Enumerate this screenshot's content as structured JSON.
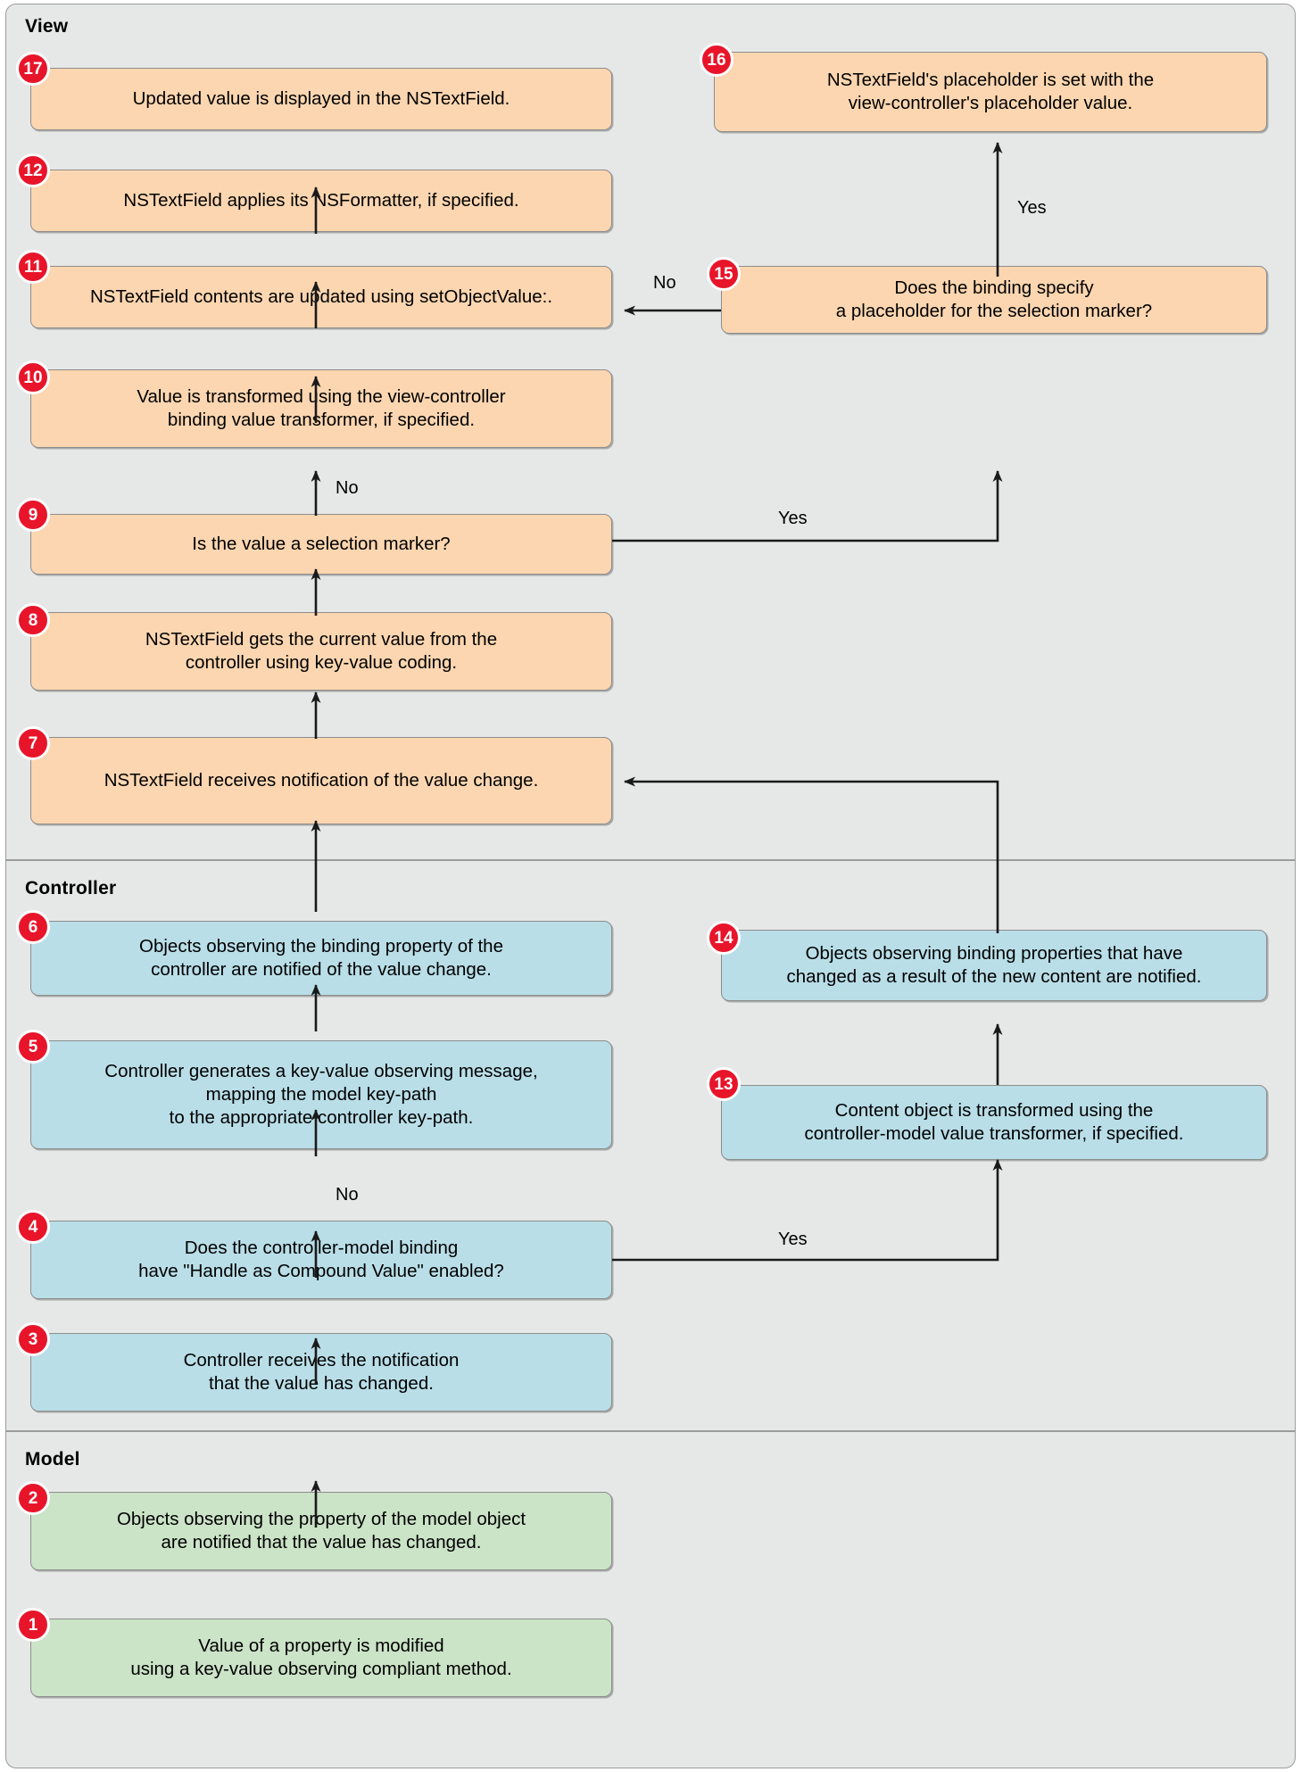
{
  "diagram": {
    "title": "Cocoa bindings: model-to-view value propagation flow",
    "sections": [
      {
        "id": "view",
        "label": "View",
        "color": "#fbd6b0"
      },
      {
        "id": "controller",
        "label": "Controller",
        "color": "#b9dee8"
      },
      {
        "id": "model",
        "label": "Model",
        "color": "#cbe3c7"
      }
    ],
    "badge_color": "#e8152a",
    "panel_background": "#e6e8e7"
  },
  "steps": [
    {
      "number": "1",
      "section": "model",
      "text": "Value of a property is modified\nusing a key-value observing compliant method."
    },
    {
      "number": "2",
      "section": "model",
      "text": "Objects observing the property of the model object\nare notified that the value has changed."
    },
    {
      "number": "3",
      "section": "controller",
      "text": "Controller receives the notification\nthat the value has changed."
    },
    {
      "number": "4",
      "section": "controller",
      "text": "Does the controller-model binding\nhave \"Handle as Compound Value\" enabled?"
    },
    {
      "number": "5",
      "section": "controller",
      "text": "Controller generates a key-value observing message,\nmapping the model key-path\nto the appropriate controller key-path."
    },
    {
      "number": "6",
      "section": "controller",
      "text": "Objects observing the binding property of the\ncontroller are notified of the value change."
    },
    {
      "number": "7",
      "section": "view",
      "text": "NSTextField receives notification of the value change."
    },
    {
      "number": "8",
      "section": "view",
      "text": "NSTextField gets the current value from the\ncontroller using key-value coding."
    },
    {
      "number": "9",
      "section": "view",
      "text": "Is the value a selection marker?"
    },
    {
      "number": "10",
      "section": "view",
      "text": "Value is transformed using the view-controller\nbinding value transformer, if specified."
    },
    {
      "number": "11",
      "section": "view",
      "text": "NSTextField contents are updated using setObjectValue:."
    },
    {
      "number": "12",
      "section": "view",
      "text": "NSTextField applies its NSFormatter, if specified."
    },
    {
      "number": "13",
      "section": "controller",
      "text": "Content object is transformed using the\ncontroller-model  value transformer, if specified."
    },
    {
      "number": "14",
      "section": "controller",
      "text": "Objects observing binding properties that have\nchanged as a result of the new content are notified."
    },
    {
      "number": "15",
      "section": "view",
      "text": "Does the binding specify\na placeholder for the selection marker?"
    },
    {
      "number": "16",
      "section": "view",
      "text": "NSTextField's placeholder is set with the\nview-controller's placeholder value."
    },
    {
      "number": "17",
      "section": "view",
      "text": "Updated value is displayed in the NSTextField."
    }
  ],
  "edge_labels": [
    {
      "id": "no-9-to-10",
      "text": "No"
    },
    {
      "id": "yes-9-to-15",
      "text": "Yes"
    },
    {
      "id": "no-15-to-11",
      "text": "No"
    },
    {
      "id": "yes-15-to-16",
      "text": "Yes"
    },
    {
      "id": "no-4-to-5",
      "text": "No"
    },
    {
      "id": "yes-4-to-13",
      "text": "Yes"
    }
  ]
}
